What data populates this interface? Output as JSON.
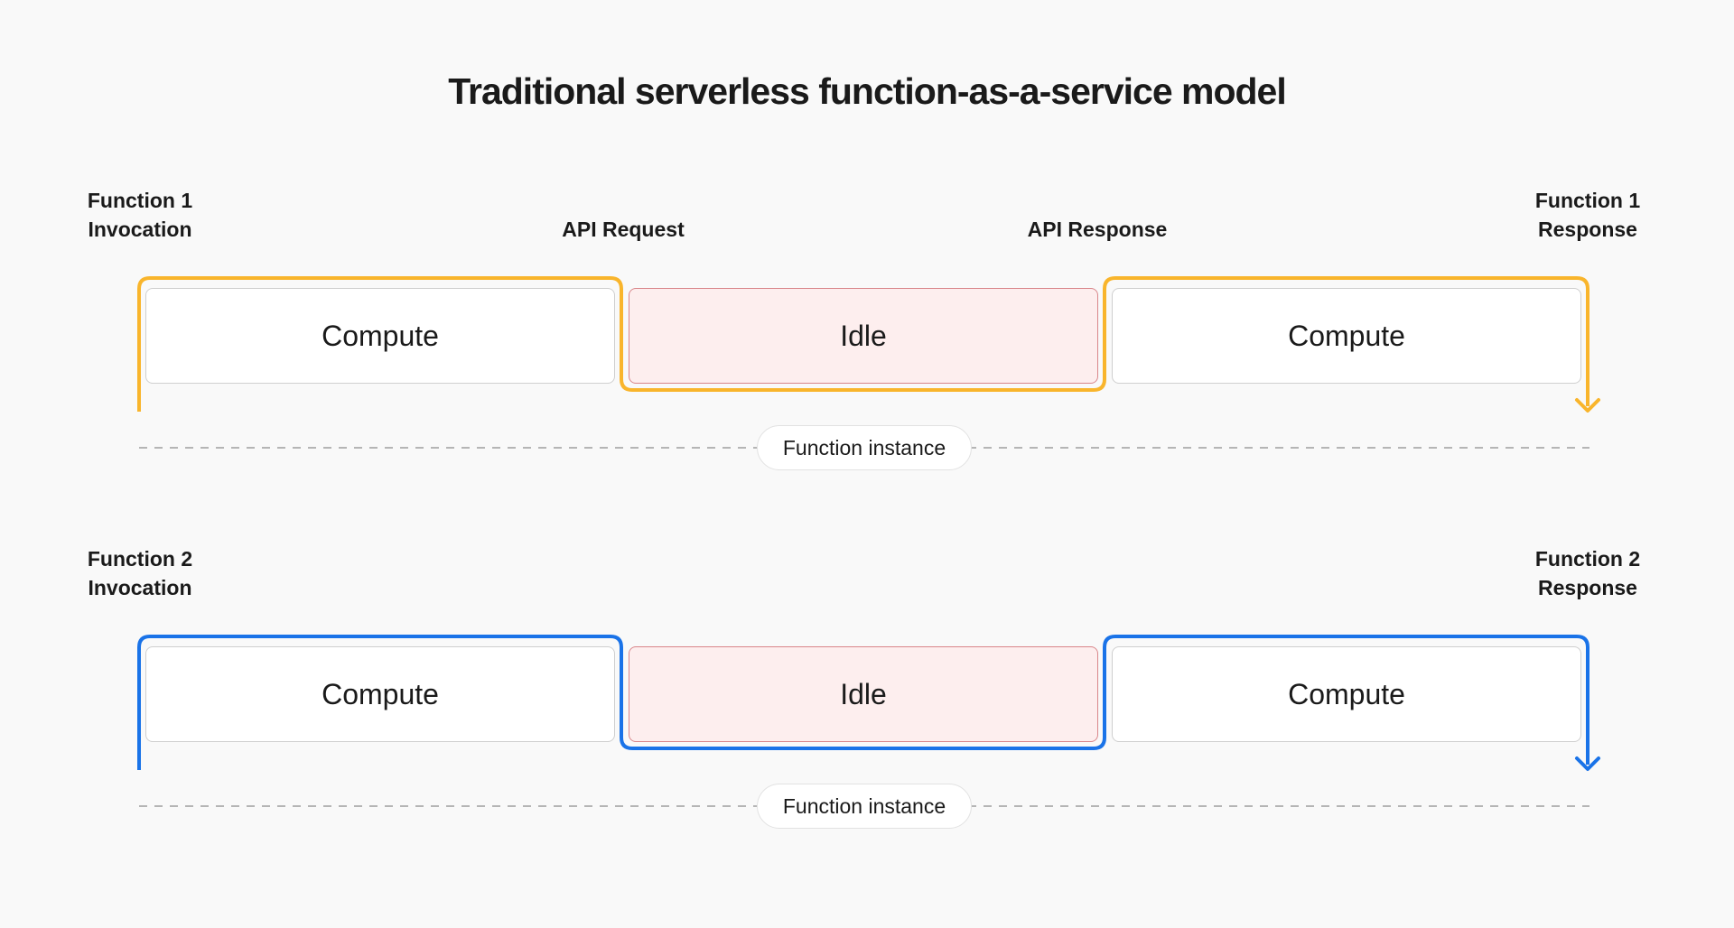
{
  "title": "Traditional serverless function-as-a-service model",
  "colors": {
    "function1": "#f9b52c",
    "function2": "#1a73e8",
    "idle_fill": "#fdeeee",
    "idle_border": "#d9868a",
    "dash": "#b5b5b5"
  },
  "rows": [
    {
      "invocation": [
        "Function 1",
        "Invocation"
      ],
      "response": [
        "Function 1",
        "Response"
      ],
      "api_request": "API Request",
      "api_response": "API Response",
      "blocks": [
        "Compute",
        "Idle",
        "Compute"
      ],
      "instance_label": "Function instance"
    },
    {
      "invocation": [
        "Function 2",
        "Invocation"
      ],
      "response": [
        "Function 2",
        "Response"
      ],
      "blocks": [
        "Compute",
        "Idle",
        "Compute"
      ],
      "instance_label": "Function instance"
    }
  ]
}
